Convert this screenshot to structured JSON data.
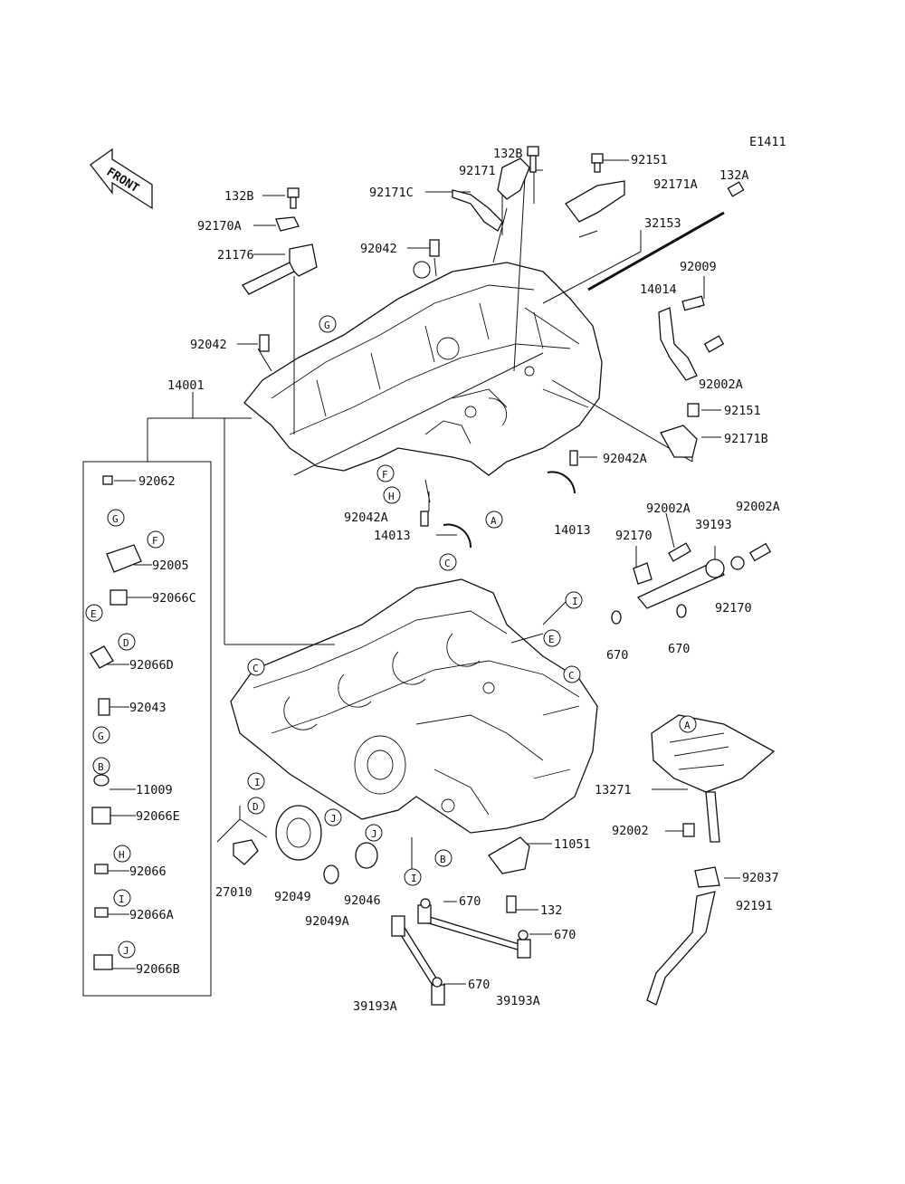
{
  "diagram_code": "E1411",
  "front_label": "FRONT",
  "labels": {
    "l132B_top": "132B",
    "l92171": "92171",
    "l92171C": "92171C",
    "l92151_top": "92151",
    "l92171A": "92171A",
    "l132A": "132A",
    "l132B_left": "132B",
    "l92170A": "92170A",
    "l21176": "21176",
    "l92042_top": "92042",
    "l32153": "32153",
    "l92009": "92009",
    "l14014": "14014",
    "l92042_left": "92042",
    "l92002A_right": "92002A",
    "l14001": "14001",
    "l92151_mid": "92151",
    "l92171B": "92171B",
    "l92042A_right": "92042A",
    "l92042A_mid": "92042A",
    "l14013_a": "14013",
    "l14013_b": "14013",
    "l92002A_c1": "92002A",
    "l92002A_c2": "92002A",
    "l92170_a": "92170",
    "l39193": "39193",
    "l92170_b": "92170",
    "l670_a": "670",
    "l670_b": "670",
    "l13271": "13271",
    "l92002": "92002",
    "l92037": "92037",
    "l92191": "92191",
    "l11051": "11051",
    "l27010": "27010",
    "l92049": "92049",
    "l92046": "92046",
    "l92049A": "92049A",
    "l670_c": "670",
    "l132": "132",
    "l670_d": "670",
    "l670_e": "670",
    "l39193A_left": "39193A",
    "l39193A_right": "39193A"
  },
  "sidebar_parts": [
    {
      "part": "92062",
      "ref": "G"
    },
    {
      "part": "92005",
      "ref": "F"
    },
    {
      "part": "92066C",
      "ref": "E"
    },
    {
      "part": "92066D",
      "ref": "D"
    },
    {
      "part": "92043",
      "ref": "G"
    },
    {
      "part": "11009",
      "ref": "B"
    },
    {
      "part": "92066E",
      "ref": ""
    },
    {
      "part": "92066",
      "ref": "H"
    },
    {
      "part": "92066A",
      "ref": "I"
    },
    {
      "part": "92066B",
      "ref": "J"
    }
  ],
  "callouts": [
    "G",
    "G",
    "G",
    "F",
    "H",
    "A",
    "A",
    "C",
    "C",
    "C",
    "I",
    "E",
    "I",
    "D",
    "J",
    "J",
    "B",
    "I"
  ]
}
